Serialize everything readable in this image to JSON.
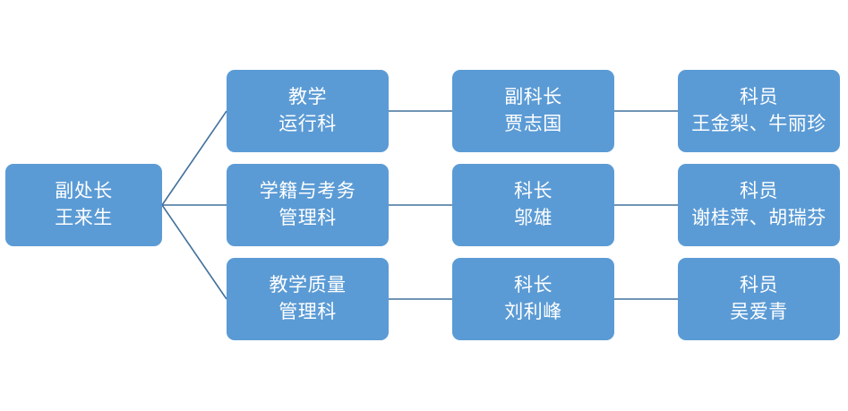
{
  "chart": {
    "type": "org-chart",
    "title": "",
    "background_color": "#FFFFFF",
    "node_fill_color": "#5B9BD5",
    "node_text_color": "#FFFFFF",
    "connector_color": "#41719C",
    "root": {
      "title": "副处长",
      "name": "王来生"
    },
    "branches": [
      {
        "unit": {
          "line1": "教学",
          "line2": "运行科"
        },
        "head": {
          "title": "副科长",
          "name": "贾志国"
        },
        "staff": {
          "title": "科员",
          "names": "王金梨、牛丽珍"
        }
      },
      {
        "unit": {
          "line1": "学籍与考务",
          "line2": "管理科"
        },
        "head": {
          "title": "科长",
          "name": "邬雄"
        },
        "staff": {
          "title": "科员",
          "names": "谢桂萍、胡瑞芬"
        }
      },
      {
        "unit": {
          "line1": "教学质量",
          "line2": "管理科"
        },
        "head": {
          "title": "科长",
          "name": "刘利峰"
        },
        "staff": {
          "title": "科员",
          "names": "吴爱青"
        }
      }
    ]
  }
}
